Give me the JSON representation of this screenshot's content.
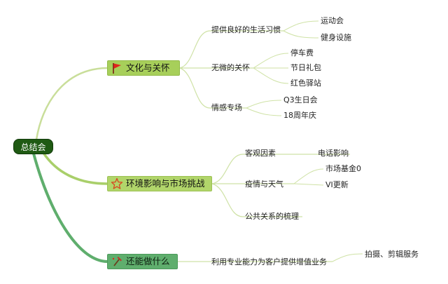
{
  "root": {
    "label": "总结会"
  },
  "branches": [
    {
      "label": "文化与关怀",
      "icon": "red-flag-icon",
      "color": "#a7cf5a",
      "children": [
        {
          "label": "提供良好的生活习惯",
          "children": [
            "运动会",
            "健身设施"
          ]
        },
        {
          "label": "无微的关怀",
          "children": [
            "停车费",
            "节日礼包",
            "红色驿站"
          ]
        },
        {
          "label": "情感专场",
          "children": [
            "Q3生日会",
            "18周年庆"
          ]
        }
      ]
    },
    {
      "label": "环境影响与市场挑战",
      "icon": "star-outline-icon",
      "color": "#b1d56a",
      "children": [
        {
          "label": "客观因素",
          "children": [
            "电话影响"
          ]
        },
        {
          "label": "疫情与天气",
          "children": [
            "市场基金0",
            "VI更新"
          ]
        },
        {
          "label": "公共关系的梳理",
          "children": []
        }
      ]
    },
    {
      "label": "还能做什么",
      "icon": "hammer-icon",
      "color": "#5fae6d",
      "children": [
        {
          "label": "利用专业能力为客户提供增值业务",
          "children": [
            "拍摄、剪辑服务"
          ]
        }
      ]
    }
  ],
  "colors": {
    "root_bg": "#1f5a13",
    "link_top": "#c9de9a",
    "link_mid": "#a9cf6a",
    "link_bottom": "#5fae6d",
    "link_sub": "#cfe2a6"
  }
}
